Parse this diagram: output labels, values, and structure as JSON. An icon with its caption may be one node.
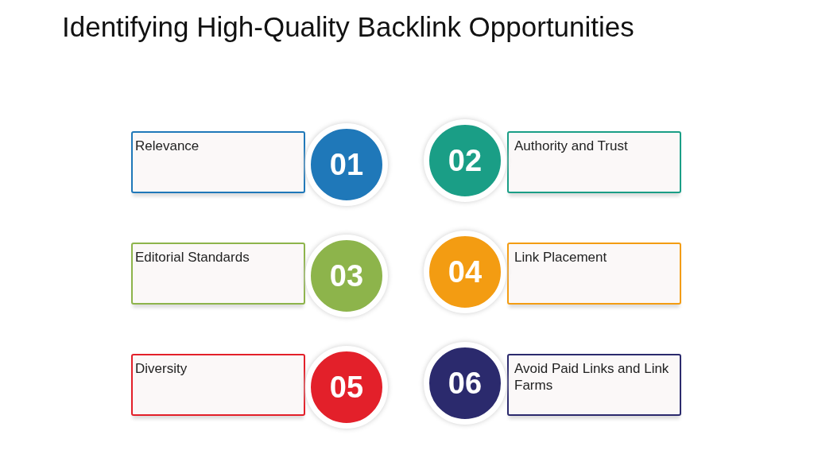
{
  "diagram": {
    "title": "Identifying High-Quality Backlink Opportunities",
    "nodes": [
      {
        "text": [
          "Relevance"
        ]
      },
      {
        "text": [
          "01"
        ]
      },
      {
        "text": [
          "02"
        ]
      },
      {
        "text": [
          "Authority and Trust"
        ]
      },
      {
        "text": [
          "Editorial Standards"
        ]
      },
      {
        "text": [
          "03"
        ]
      },
      {
        "text": [
          "04"
        ]
      },
      {
        "text": [
          "Link Placement"
        ]
      },
      {
        "text": [
          "Diversity"
        ]
      },
      {
        "text": [
          "05"
        ]
      },
      {
        "text": [
          "06"
        ]
      },
      {
        "text": [
          "Avoid Paid Links and Link Farms"
        ]
      }
    ],
    "edges": []
  }
}
